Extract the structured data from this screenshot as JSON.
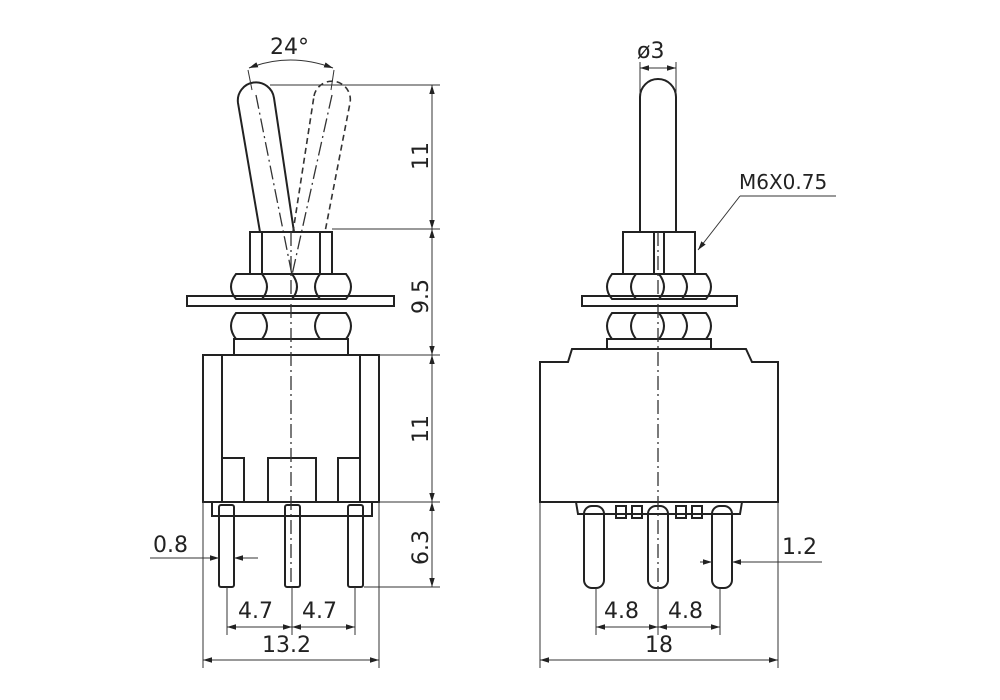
{
  "front_view": {
    "angle": "24°",
    "lever_height": "11",
    "bushing_height": "9.5",
    "body_height": "11",
    "terminal_length": "6.3",
    "terminal_width": "0.8",
    "terminal_pitch_left": "4.7",
    "terminal_pitch_right": "4.7",
    "overall_width": "13.2"
  },
  "side_view": {
    "lever_diameter": "ø3",
    "thread": "M6X0.75",
    "terminal_width": "1.2",
    "terminal_pitch_left": "4.8",
    "terminal_pitch_right": "4.8",
    "overall_width": "18"
  }
}
